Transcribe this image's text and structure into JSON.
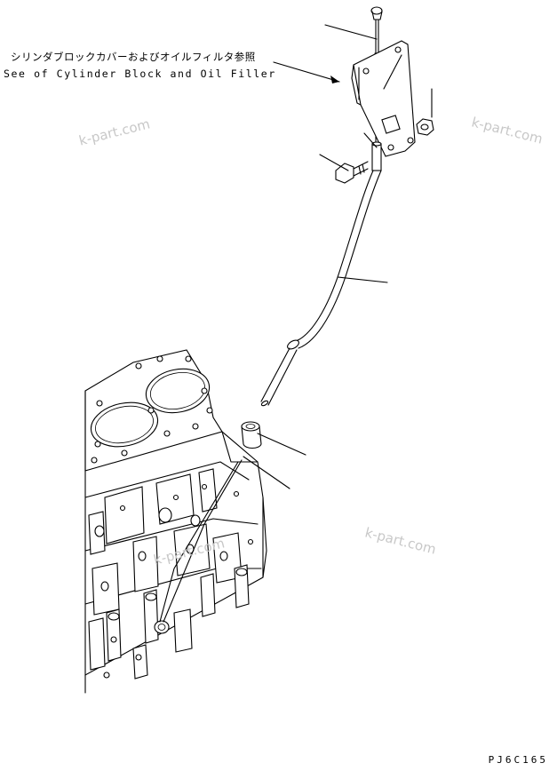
{
  "reference_note": {
    "japanese": "シリンダブロックカバーおよびオイルフィルタ参照",
    "english": "See of Cylinder Block and Oil Filler"
  },
  "drawing_code": "PJ6C165",
  "watermarks": [
    "k-part.com",
    "k-part.com",
    "k-part.com",
    "k-part.com"
  ]
}
